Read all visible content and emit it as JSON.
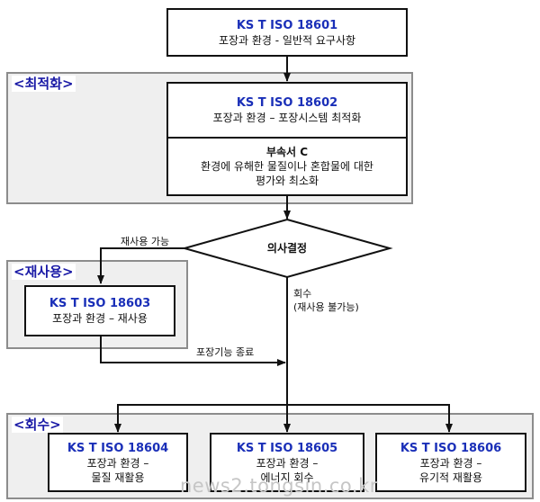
{
  "top_standard": {
    "code": "KS T ISO 18601",
    "title": "포장과 환경 - 일반적 요구사항"
  },
  "optimization": {
    "label": "<최적화>",
    "standard": {
      "code": "KS T ISO 18602",
      "title": "포장과 환경 – 포장시스템 최적화"
    },
    "annex": {
      "title": "부속서 C",
      "text_line1": "환경에 유해한 물질이나 혼합물에 대한",
      "text_line2": "평가와 최소화"
    }
  },
  "decision": {
    "label": "의사결정"
  },
  "edges": {
    "reuse_possible": "재사용 가능",
    "recovery": "회수",
    "recovery_note": "(재사용 불가능)",
    "packaging_end": "포장기능 종료"
  },
  "reuse": {
    "label": "<재사용>",
    "standard": {
      "code": "KS T ISO 18603",
      "title": "포장과 환경 – 재사용"
    }
  },
  "recovery": {
    "label": "<회수>",
    "standards": [
      {
        "code": "KS T ISO 18604",
        "line1": "포장과 환경 –",
        "line2": "물질 재활용"
      },
      {
        "code": "KS T ISO 18605",
        "line1": "포장과 환경 –",
        "line2": "에너지 회수"
      },
      {
        "code": "KS T ISO 18606",
        "line1": "포장과 환경 –",
        "line2": "유기적 재활용"
      }
    ]
  },
  "watermark": "news2.tongsin.co.kr"
}
